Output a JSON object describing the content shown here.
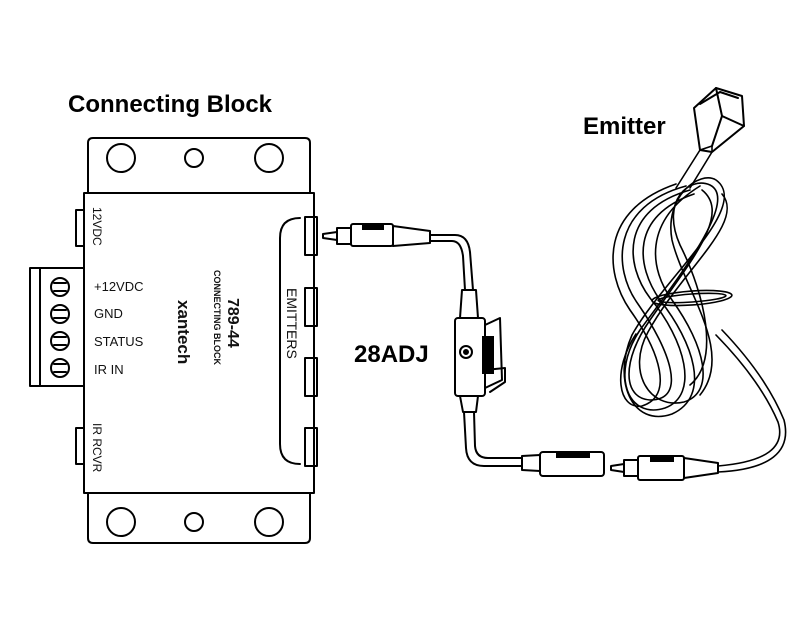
{
  "titles": {
    "connecting_block": "Connecting Block",
    "emitter": "Emitter",
    "adapter": "28ADJ"
  },
  "block": {
    "port_12vdc": "12VDC",
    "terminals": [
      "+12VDC",
      "GND",
      "STATUS",
      "IR IN"
    ],
    "port_ir_rcvr": "IR RCVR",
    "brand": "xantech",
    "model": "789-44",
    "model_desc": "CONNECTING BLOCK",
    "emitters_label": "EMITTERS"
  },
  "colors": {
    "line": "#000000",
    "background": "#ffffff"
  }
}
